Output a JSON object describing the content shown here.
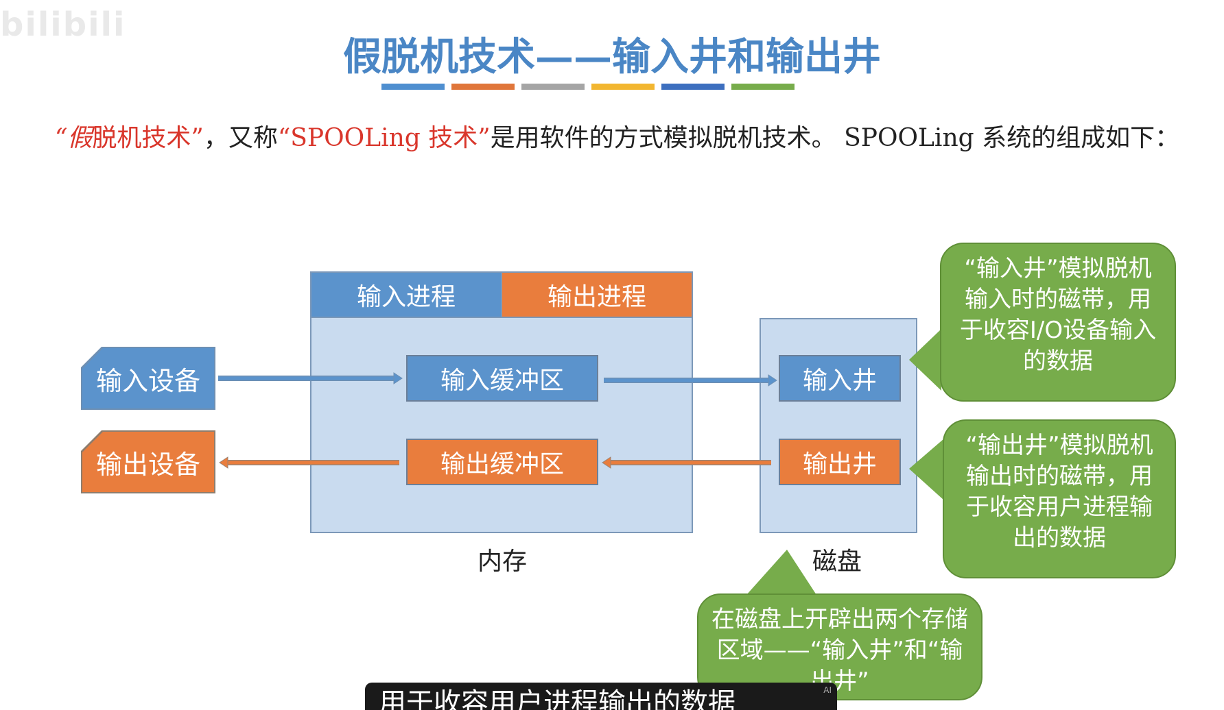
{
  "watermark": "bilibili",
  "title": "假脱机技术——输入井和输出井",
  "stripe_colors": [
    "#4f8fd0",
    "#e0763a",
    "#a5a5a5",
    "#f2b630",
    "#3d6fbf",
    "#77ac4b"
  ],
  "intro": {
    "q1": "“",
    "jia": "假",
    "red1": "脱机技术”",
    "mid1": "，又称",
    "red2": "“SPOOLing 技术”",
    "rest": "是用软件的方式模拟脱机技术。 SPOOLing 系统的组成如下："
  },
  "memory": {
    "input_process": "输入进程",
    "output_process": "输出进程",
    "input_buffer": "输入缓冲区",
    "output_buffer": "输出缓冲区",
    "label": "内存"
  },
  "disk": {
    "input_well": "输入井",
    "output_well": "输出井",
    "label": "磁盘"
  },
  "devices": {
    "input": "输入设备",
    "output": "输出设备"
  },
  "callouts": {
    "input_well": "“输入井”模拟脱机输入时的磁带，用于收容I/O设备输入的数据",
    "output_well": "“输出井”模拟脱机输出时的磁带，用于收容用户进程输出的数据",
    "disk": "在磁盘上开辟出两个存储区域——“输入井”和“输出井”"
  },
  "subtitle": "用于收容用户进程输出的数据",
  "subtitle_tag": "AI"
}
